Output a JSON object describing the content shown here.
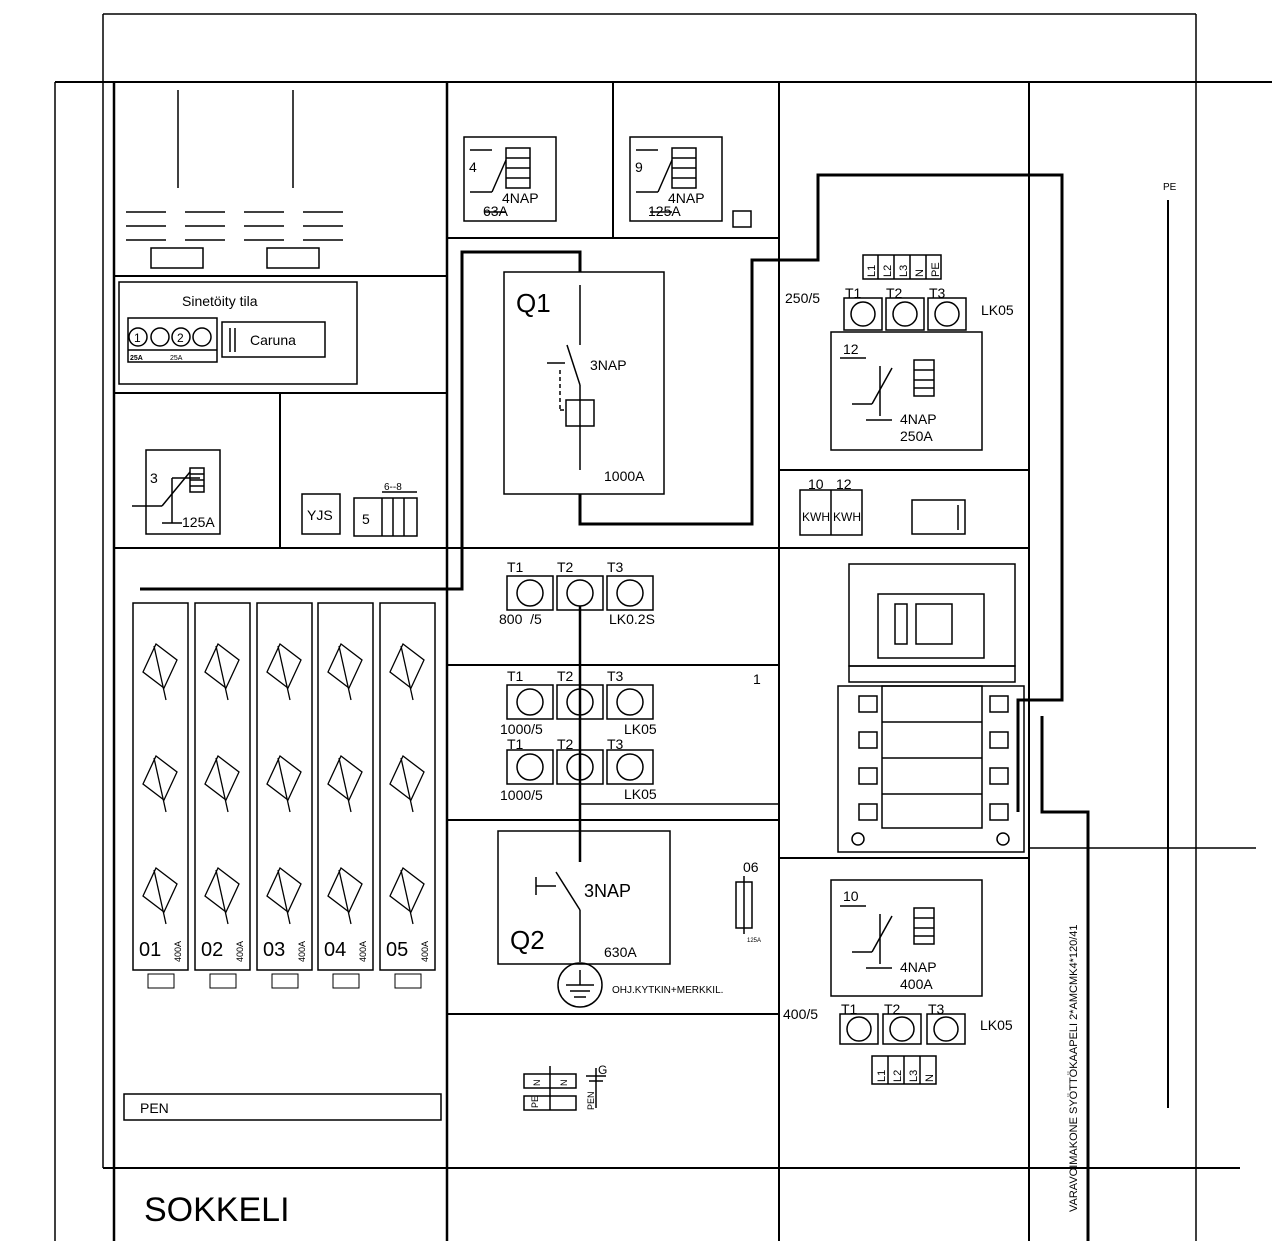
{
  "sealed_area": {
    "title": "Sinetöity tila",
    "fuse_n1": "1",
    "fuse_n2": "2",
    "fuse_a1": "25A",
    "fuse_a2": "25A",
    "meter_label": "Caruna"
  },
  "small_breaker_3": {
    "number": "3",
    "rating": "125A"
  },
  "breaker_4": {
    "number": "4",
    "poles": "4NAP",
    "rating": "63A"
  },
  "breaker_9": {
    "number": "9",
    "poles": "4NAP",
    "rating": "125A"
  },
  "yjs_label": "YJS",
  "box5_label": "5",
  "range_label": "6--8",
  "q1": {
    "name": "Q1",
    "poles": "3NAP",
    "rating": "1000A"
  },
  "q2": {
    "name": "Q2",
    "poles": "3NAP",
    "rating": "630A"
  },
  "ct_terminal_labels": [
    "L1",
    "L2",
    "L3",
    "N",
    "PE"
  ],
  "ct_main": {
    "ratio": "250/5",
    "t1": "T1",
    "t2": "T2",
    "t3": "T3",
    "class": "LK05"
  },
  "breaker_12": {
    "number": "12",
    "poles": "4NAP",
    "rating": "250A"
  },
  "kwh_meters": {
    "n1": "10",
    "n2": "12",
    "label1": "KWH",
    "label2": "KWH"
  },
  "ct_row1": {
    "t1": "T1",
    "t2": "T2",
    "t3": "T3",
    "ratio": "800  /5",
    "class": "LK0.2S"
  },
  "ct_row2": {
    "t1": "T1",
    "t2": "T2",
    "t3": "T3",
    "ratio": "1000/5",
    "class": "LK05",
    "index": "1"
  },
  "ct_row3": {
    "t1": "T1",
    "t2": "T2",
    "t3": "T3",
    "ratio": "1000/5",
    "class": "LK05"
  },
  "fuse_06": {
    "number": "06",
    "rating": "125A"
  },
  "earth_label": "OHJ.KYTKIN+MERKKIL.",
  "breaker_10": {
    "number": "10",
    "poles": "4NAP",
    "rating": "400A"
  },
  "ct_bottom": {
    "ratio": "400/5",
    "t1": "T1",
    "t2": "T2",
    "t3": "T3",
    "class": "LK05"
  },
  "bottom_terminal_labels": [
    "L1",
    "L2",
    "L3",
    "N"
  ],
  "outgoing_feeders": [
    {
      "number": "01",
      "rating": "400A"
    },
    {
      "number": "02",
      "rating": "400A"
    },
    {
      "number": "03",
      "rating": "400A"
    },
    {
      "number": "04",
      "rating": "400A"
    },
    {
      "number": "05",
      "rating": "400A"
    }
  ],
  "pen_label": "PEN",
  "sokkeli_label": "SOKKELI",
  "pe_label": "PE",
  "bus_labels": {
    "n": "N",
    "pe": "PE",
    "pen": "PEN",
    "g": "G"
  },
  "cable_label": "VARAVOIMAKONE SYÖTTÖKAAPELI 2*AMCMK4*120/41"
}
